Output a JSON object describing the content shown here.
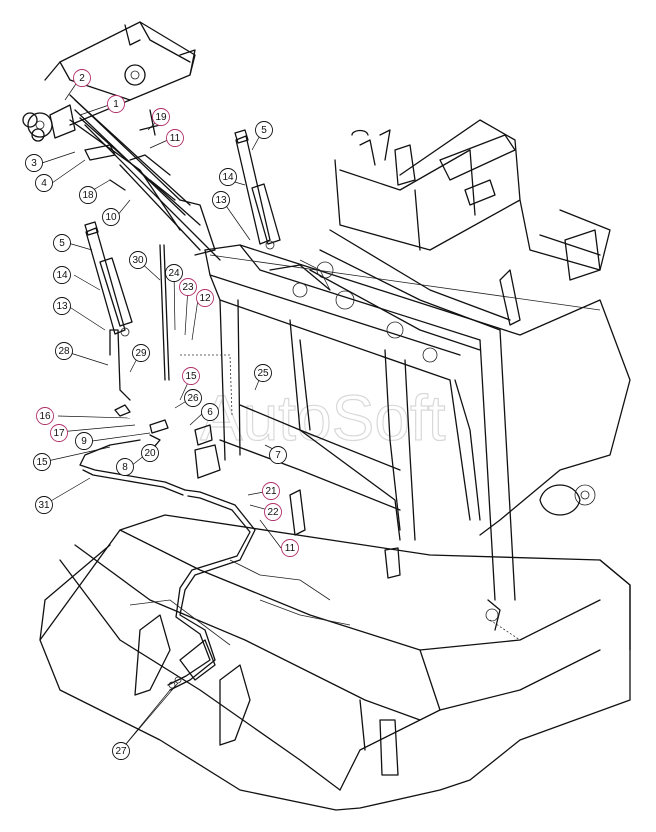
{
  "watermark": "AutoSoft",
  "callouts": [
    {
      "id": "c1",
      "label": "1",
      "pink": true
    },
    {
      "id": "c2",
      "label": "2",
      "pink": true
    },
    {
      "id": "c3",
      "label": "3"
    },
    {
      "id": "c4",
      "label": "4"
    },
    {
      "id": "c5a",
      "label": "5"
    },
    {
      "id": "c5b",
      "label": "5"
    },
    {
      "id": "c6",
      "label": "6"
    },
    {
      "id": "c7",
      "label": "7"
    },
    {
      "id": "c8",
      "label": "8"
    },
    {
      "id": "c9",
      "label": "9"
    },
    {
      "id": "c10",
      "label": "10"
    },
    {
      "id": "c11a",
      "label": "11",
      "pink": true
    },
    {
      "id": "c11b",
      "label": "11",
      "pink": true
    },
    {
      "id": "c12",
      "label": "12",
      "pink": true
    },
    {
      "id": "c13a",
      "label": "13"
    },
    {
      "id": "c13b",
      "label": "13"
    },
    {
      "id": "c14a",
      "label": "14"
    },
    {
      "id": "c14b",
      "label": "14"
    },
    {
      "id": "c15a",
      "label": "15",
      "pink": true
    },
    {
      "id": "c15b",
      "label": "15"
    },
    {
      "id": "c16",
      "label": "16",
      "pink": true
    },
    {
      "id": "c17",
      "label": "17",
      "pink": true
    },
    {
      "id": "c18",
      "label": "18"
    },
    {
      "id": "c19",
      "label": "19",
      "pink": true
    },
    {
      "id": "c20",
      "label": "20"
    },
    {
      "id": "c21",
      "label": "21",
      "pink": true
    },
    {
      "id": "c22",
      "label": "22",
      "pink": true
    },
    {
      "id": "c23",
      "label": "23",
      "pink": true
    },
    {
      "id": "c24",
      "label": "24"
    },
    {
      "id": "c25",
      "label": "25"
    },
    {
      "id": "c26",
      "label": "26"
    },
    {
      "id": "c27",
      "label": "27"
    },
    {
      "id": "c28",
      "label": "28"
    },
    {
      "id": "c29",
      "label": "29"
    },
    {
      "id": "c30",
      "label": "30"
    },
    {
      "id": "c31",
      "label": "31"
    }
  ]
}
